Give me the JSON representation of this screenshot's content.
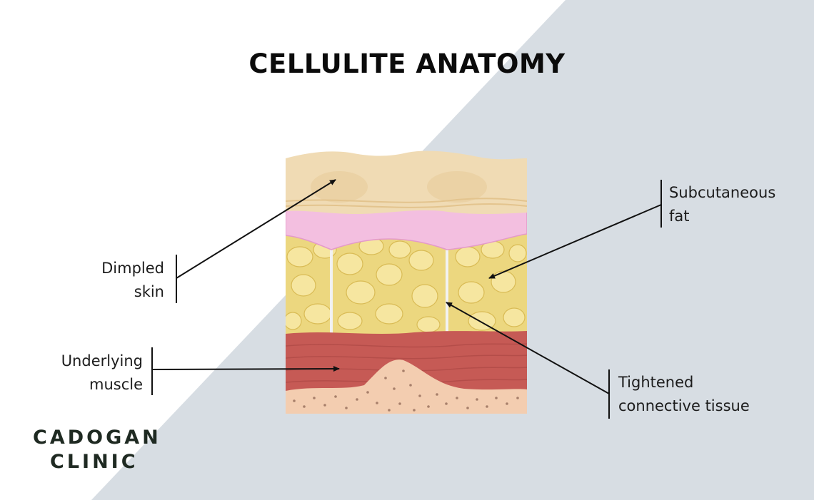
{
  "title": "CELLULITE ANATOMY",
  "labels": {
    "dimpled_skin": [
      "Dimpled",
      "skin"
    ],
    "underlying_muscle": [
      "Underlying",
      "muscle"
    ],
    "subcutaneous_fat": [
      "Subcutaneous",
      "fat"
    ],
    "connective_tissue": [
      "Tightened",
      "connective tissue"
    ]
  },
  "logo": [
    "CADOGAN",
    "CLINIC"
  ],
  "colors": {
    "background_light": "#ffffff",
    "background_band": "#d7dde3",
    "skin": "#f0dbb4",
    "dermis": "#f3bfe0",
    "fat": "#ecd77f",
    "muscle": "#c65a55",
    "bone": "#f3cdb0",
    "line": "#111111",
    "logo": "#1f2a22"
  }
}
